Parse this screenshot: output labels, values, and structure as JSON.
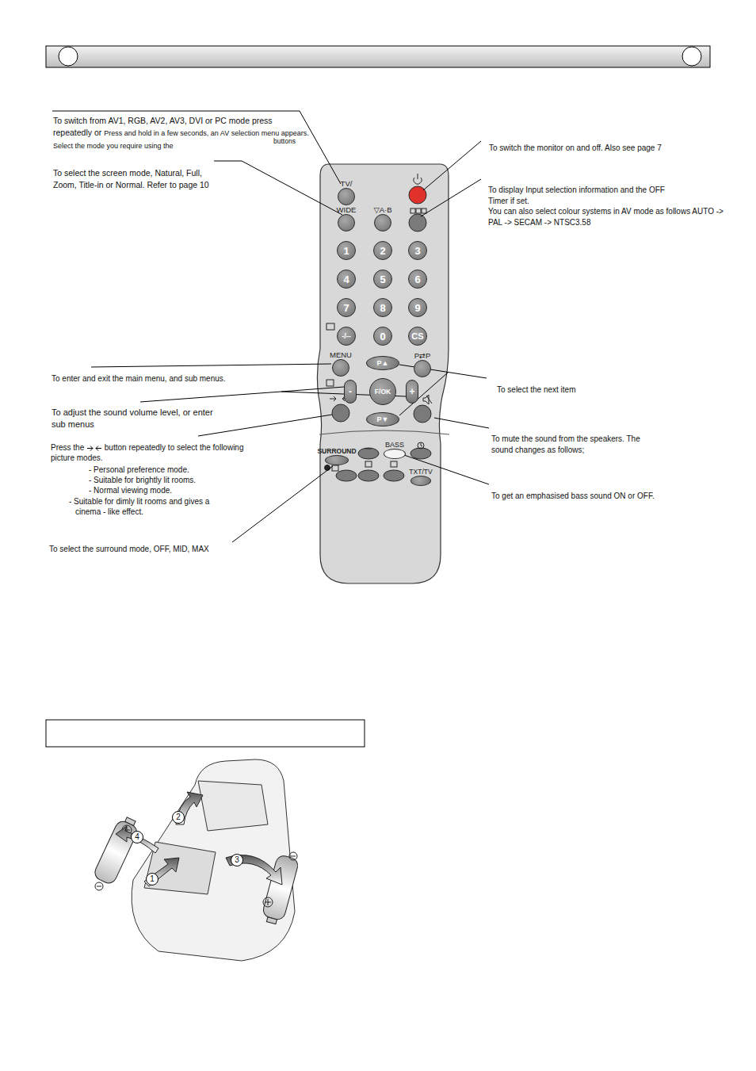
{
  "diagram": {
    "nodes": [
      {
        "text": [
          "TV/"
        ]
      },
      {
        "text": [
          "WIDE"
        ]
      },
      {
        "text": [
          "▽A·B"
        ]
      },
      {
        "text": [
          "1"
        ]
      },
      {
        "text": [
          "2"
        ]
      },
      {
        "text": [
          "3"
        ]
      },
      {
        "text": [
          "4"
        ]
      },
      {
        "text": [
          "5"
        ]
      },
      {
        "text": [
          "6"
        ]
      },
      {
        "text": [
          "7"
        ]
      },
      {
        "text": [
          "8"
        ]
      },
      {
        "text": [
          "9"
        ]
      },
      {
        "text": [
          "-/--"
        ]
      },
      {
        "text": [
          "0"
        ]
      },
      {
        "text": [
          "CS"
        ]
      },
      {
        "text": [
          "MENU"
        ]
      },
      {
        "text": [
          "P⇄P"
        ]
      },
      {
        "text": [
          "P▲"
        ]
      },
      {
        "text": [
          "-"
        ]
      },
      {
        "text": [
          "F/OK"
        ]
      },
      {
        "text": [
          "+"
        ]
      },
      {
        "text": [
          "P▼"
        ]
      },
      {
        "text": [
          "SURROUND"
        ]
      },
      {
        "text": [
          "BASS"
        ]
      },
      {
        "text": [
          "TXT/TV"
        ]
      }
    ],
    "labels": [
      "To switch from AV1, RGB, AV2, AV3, DVI or PC mode press repeatedly or",
      "Press and hold in a few seconds, an AV selection menu appears. Select the mode you require using the",
      "buttons",
      "To select the screen mode, Natural, Full, Zoom, Title-in or Normal. Refer to page 10",
      "To enter and exit the main menu, and sub menus.",
      "To adjust the sound volume level, or enter sub menus",
      "Press the",
      "button repeatedly to select the following picture modes.",
      "- Personal preference mode.",
      "- Suitable for brightly lit rooms.",
      "- Normal viewing mode.",
      "- Suitable for dimly lit rooms and gives a cinema - like effect.",
      "To select the surround mode,  OFF, MID, MAX",
      "To switch the monitor on and off. Also see page 7",
      "To display Input selection information and the OFF Timer if set.",
      "You can also select colour systems in AV mode as follows AUTO -> PAL -> SECAM -> NTSC3.58",
      "To select the next item",
      "To mute the sound from the speakers. The sound changes as follows;",
      "To get an emphasised bass sound ON or OFF.",
      "1",
      "2",
      "3",
      "4"
    ]
  }
}
